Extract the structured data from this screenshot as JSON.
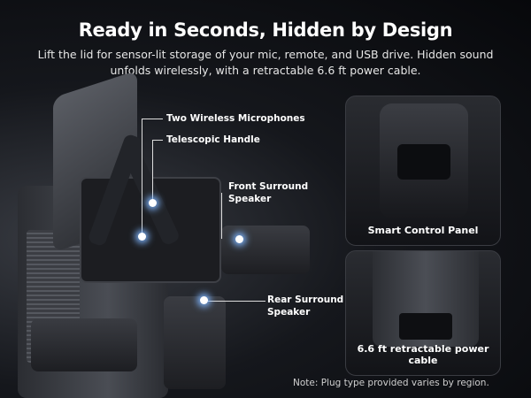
{
  "title": "Ready in Seconds, Hidden by Design",
  "subtitle": "Lift the lid for sensor-lit storage of your mic, remote, and USB drive. Hidden sound unfolds wirelessly, with a retractable 6.6 ft power cable.",
  "callouts": {
    "microphones": "Two Wireless Microphones",
    "handle": "Telescopic Handle",
    "front_speaker": "Front Surround Speaker",
    "rear_speaker": "Rear Surround Speaker"
  },
  "cards": {
    "control_panel": "Smart Control Panel",
    "power_cable": "6.6 ft retractable power cable"
  },
  "note": "Note: Plug type provided varies by region.",
  "colors": {
    "accent_glow": "#7fb6ff",
    "background": "#0b0c10"
  }
}
